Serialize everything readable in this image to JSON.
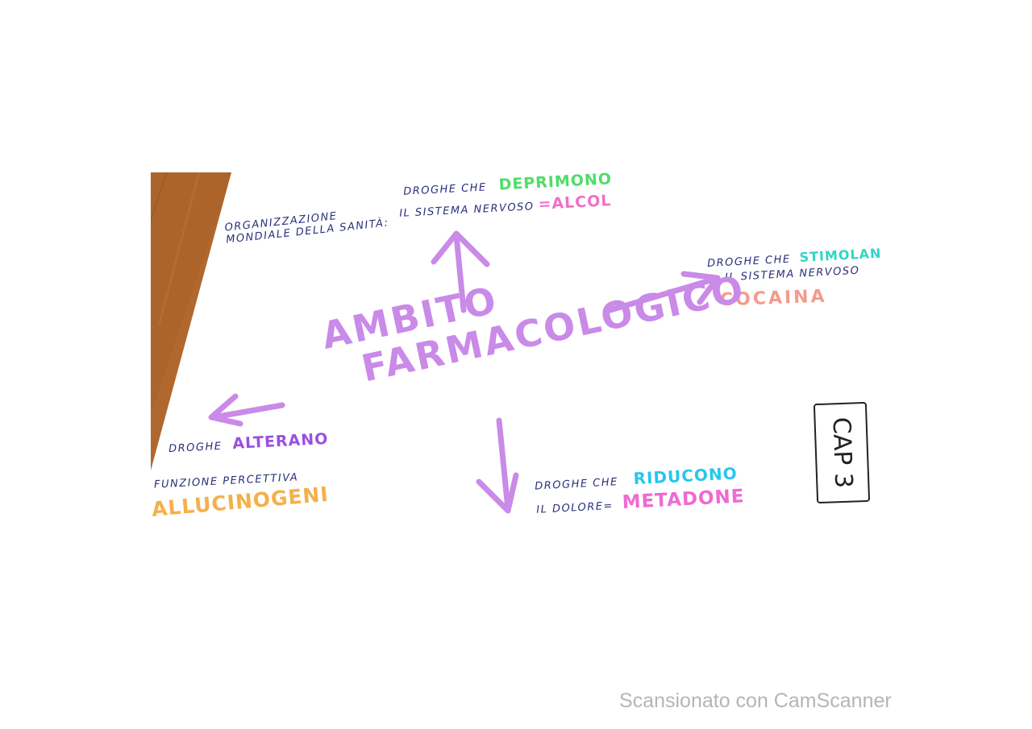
{
  "notes": {
    "oms": [
      "ORGANIZZAZIONE",
      "MONDIALE DELLA SANITÀ:"
    ],
    "top_line1": "DROGHE CHE",
    "top_verb": "DEPRIMONO",
    "top_line2": "IL SISTEMA NERVOSO",
    "top_example": "=ALCOL",
    "right_line1": "DROGHE CHE",
    "right_verb": "STIMOLANO",
    "right_line2": "IL SISTEMA NERVOSO",
    "right_example": "COCAINA",
    "left_line1": "DROGHE",
    "left_verb": "ALTERANO",
    "left_line2": "FUNZIONE PERCETTIVA",
    "left_example": "ALLUCINOGENI",
    "bottom_line1": "DROGHE CHE",
    "bottom_verb": "RIDUCONO",
    "bottom_line2": "IL DOLORE=",
    "bottom_example": "METADONE"
  },
  "title": [
    "AMBITO",
    "FARMACOLOGICO"
  ],
  "cap_label": "CAP 3",
  "watermark": "Scansionato con CamScanner",
  "colors": {
    "pen": "#2a2f7a",
    "title": "#c98ae8",
    "green": "#4fdc6a",
    "pink": "#f06fc8",
    "teal": "#2fd6c4",
    "salmon": "#f59a8c",
    "purple": "#9b4fe0",
    "orange": "#f5b04a",
    "cyan": "#25c7ee",
    "magenta": "#ee6ad1"
  }
}
